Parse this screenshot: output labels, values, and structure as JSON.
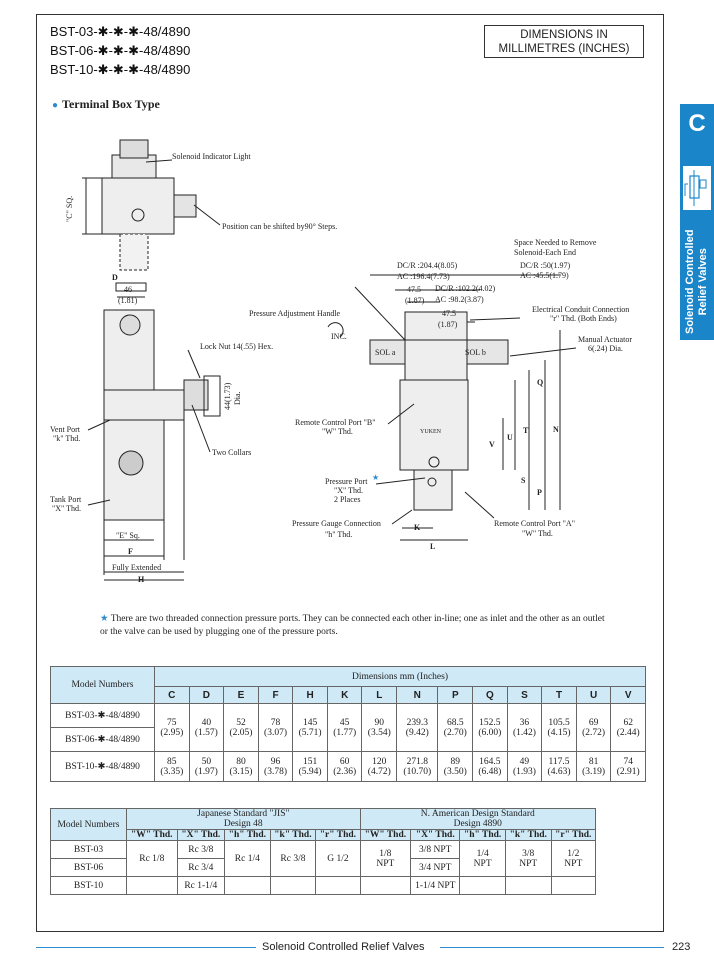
{
  "header": {
    "models": [
      "BST-03-✱-✱-✱-48/4890",
      "BST-06-✱-✱-✱-48/4890",
      "BST-10-✱-✱-✱-48/4890"
    ],
    "dimensions_line1": "DIMENSIONS IN",
    "dimensions_line2": "MILLIMETRES (INCHES)"
  },
  "section_title": "Terminal Box Type",
  "side_tab": {
    "letter": "C",
    "line1": "Solenoid Controlled",
    "line2": "Relief Valves",
    "accent": "#1a85c9"
  },
  "drawing": {
    "solenoid_indicator": "Solenoid Indicator Light",
    "c_sq": "\"C\" SQ.",
    "position_shift": "Position can be shifted by90° Steps.",
    "d": "D",
    "d46": "46",
    "d46in": "(1.81)",
    "lock_nut": "Lock Nut 14(.55) Hex.",
    "dia44": "44(1.73)",
    "dia_word": "Dia.",
    "vent_port": "Vent Port",
    "vent_thd": "\"k\" Thd.",
    "two_collars": "Two Collars",
    "tank_port": "Tank Port",
    "tank_thd": "\"X\" Thd.",
    "e_sq": "\"E\" Sq.",
    "f": "F",
    "fully_extended": "Fully Extended",
    "h": "H",
    "space_needed1": "Space Needed to Remove",
    "space_needed2": "Solenoid-Each End",
    "dcr1": "DC/R :204.4(8.05)",
    "ac1": "AC    :196.4(7.73)",
    "dcr2": "DC/R :50(1.97)",
    "ac2": "AC    :45.5(1.79)",
    "d475a": "47.5",
    "d475a_in": "(1.87)",
    "dcr3": "DC/R :102.2(4.02)",
    "ac3": "AC    :98.2(3.87)",
    "d475b": "47.5",
    "d475b_in": "(1.87)",
    "pressure_adj": "Pressure Adjustment Handle",
    "inc": "INC.",
    "electrical_conduit": "Electrical Conduit Connection",
    "conduit_thd": "\"r\" Thd. (Both Ends)",
    "manual_actuator": "Manual Actuator",
    "manual_dia": "6(.24) Dia.",
    "sol_a": "SOL a",
    "sol_b": "SOL b",
    "remote_b": "Remote Control Port \"B\"",
    "remote_b_thd": "\"W\" Thd.",
    "pressure_port": "Pressure Port",
    "pressure_thd": "\"X\" Thd.",
    "two_places": "2 Places",
    "gauge": "Pressure Gauge Connection",
    "gauge_thd": "\"h\" Thd.",
    "remote_a": "Remote Control Port \"A\"",
    "remote_a_thd": "\"W\" Thd.",
    "v": "V",
    "u": "U",
    "t": "T",
    "q": "Q",
    "n": "N",
    "s": "S",
    "p": "P",
    "k": "K",
    "l": "L",
    "yuken": "YUKEN"
  },
  "note": {
    "star": "★",
    "text": "There are two threaded connection pressure ports. They can be connected each other in-line; one as inlet and the other as an outlet or the valve can be used by plugging one of the pressure ports."
  },
  "table1": {
    "model_header": "Model Numbers",
    "dim_header": "Dimensions  mm (Inches)",
    "letters": [
      "C",
      "D",
      "E",
      "F",
      "H",
      "K",
      "L",
      "N",
      "P",
      "Q",
      "S",
      "T",
      "U",
      "V"
    ],
    "models_a": [
      "BST-03-✱-48/4890",
      "BST-06-✱-48/4890"
    ],
    "model_b": "BST-10-✱-48/4890",
    "row_a": [
      [
        "75",
        "(2.95)"
      ],
      [
        "40",
        "(1.57)"
      ],
      [
        "52",
        "(2.05)"
      ],
      [
        "78",
        "(3.07)"
      ],
      [
        "145",
        "(5.71)"
      ],
      [
        "45",
        "(1.77)"
      ],
      [
        "90",
        "(3.54)"
      ],
      [
        "239.3",
        "(9.42)"
      ],
      [
        "68.5",
        "(2.70)"
      ],
      [
        "152.5",
        "(6.00)"
      ],
      [
        "36",
        "(1.42)"
      ],
      [
        "105.5",
        "(4.15)"
      ],
      [
        "69",
        "(2.72)"
      ],
      [
        "62",
        "(2.44)"
      ]
    ],
    "row_b": [
      [
        "85",
        "(3.35)"
      ],
      [
        "50",
        "(1.97)"
      ],
      [
        "80",
        "(3.15)"
      ],
      [
        "96",
        "(3.78)"
      ],
      [
        "151",
        "(5.94)"
      ],
      [
        "60",
        "(2.36)"
      ],
      [
        "120",
        "(4.72)"
      ],
      [
        "271.8",
        "(10.70)"
      ],
      [
        "89",
        "(3.50)"
      ],
      [
        "164.5",
        "(6.48)"
      ],
      [
        "49",
        "(1.93)"
      ],
      [
        "117.5",
        "(4.63)"
      ],
      [
        "81",
        "(3.19)"
      ],
      [
        "74",
        "(2.91)"
      ]
    ]
  },
  "table2": {
    "model_header": "Model Numbers",
    "jis_line1": "Japanese Standard \"JIS\"",
    "jis_line2": "Design 48",
    "nam_line1": "N. American Design Standard",
    "nam_line2": "Design 4890",
    "cols": [
      "\"W\" Thd.",
      "\"X\" Thd.",
      "\"h\" Thd.",
      "\"k\" Thd.",
      "\"r\" Thd.",
      "\"W\" Thd.",
      "\"X\" Thd.",
      "\"h\" Thd.",
      "\"k\" Thd.",
      "\"r\" Thd."
    ],
    "models": [
      "BST-03",
      "BST-06",
      "BST-10"
    ],
    "jis_w": "Rc 1/8",
    "jis_x": [
      "Rc 3/8",
      "Rc 3/4",
      "Rc 1-1/4"
    ],
    "jis_h": "Rc 1/4",
    "jis_k": "Rc 3/8",
    "jis_r": "G 1/2",
    "nam_w": [
      "1/8",
      "NPT"
    ],
    "nam_x": [
      "3/8 NPT",
      "3/4 NPT",
      "1-1/4 NPT"
    ],
    "nam_h": [
      "1/4",
      "NPT"
    ],
    "nam_k": [
      "3/8",
      "NPT"
    ],
    "nam_r": [
      "1/2",
      "NPT"
    ]
  },
  "footer": {
    "title": "Solenoid Controlled Relief Valves",
    "page": "223"
  }
}
